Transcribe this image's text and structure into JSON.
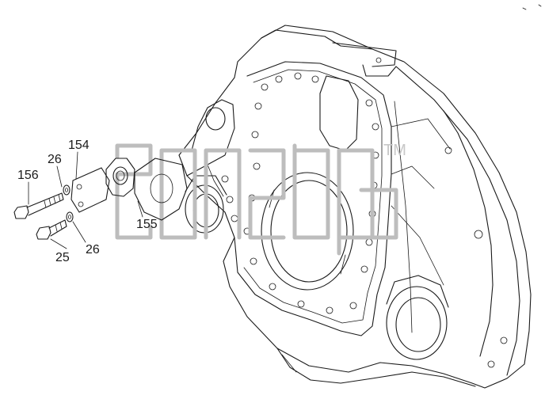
{
  "callouts": {
    "c156": "156",
    "c154": "154",
    "c26_top": "26",
    "c155": "155",
    "c25": "25",
    "c26_bottom": "26"
  },
  "watermark": {
    "tm": "TM"
  },
  "colors": {
    "line": "#1a1a1a",
    "watermark": "#bdbdbd",
    "background": "#ffffff"
  }
}
